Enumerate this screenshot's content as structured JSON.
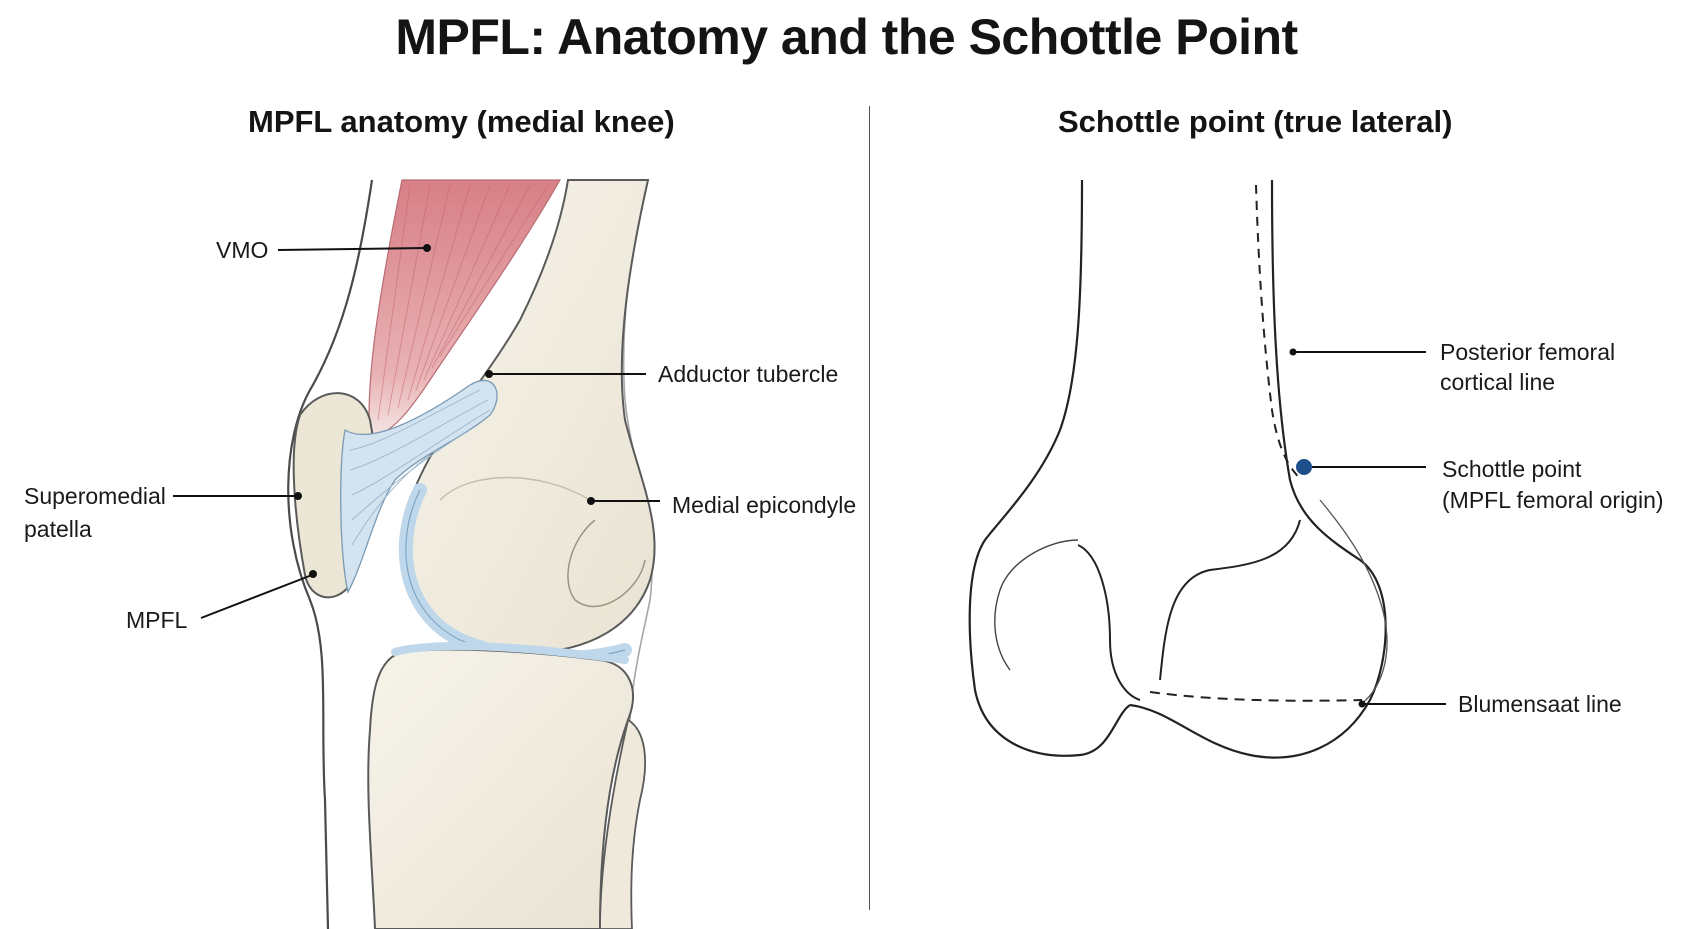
{
  "title": "MPFL: Anatomy and the Schottle Point",
  "left_panel": {
    "title": "MPFL anatomy (medial knee)",
    "labels": {
      "vmo": "VMO",
      "adductor_tubercle": "Adductor tubercle",
      "superomedial_patella_line1": "Superomedial",
      "superomedial_patella_line2": "patella",
      "medial_epicondyle": "Medial epicondyle",
      "mpfl": "MPFL"
    }
  },
  "right_panel": {
    "title": "Schottle point  (true lateral)",
    "labels": {
      "posterior_cortical_line1": "Posterior femoral",
      "posterior_cortical_line2": "cortical line",
      "schottle_point_line1": "Schottle point",
      "schottle_point_line2": "(MPFL femoral origin)",
      "blumensaat_line": "Blumensaat line"
    }
  },
  "colors": {
    "bone_fill": "#f1ede1",
    "bone_stroke": "#4a4a4a",
    "muscle": "#d98a8f",
    "ligament": "#cfe0ee",
    "cartilage": "#bfd7ea",
    "schottle_point": "#1f4e8c"
  }
}
